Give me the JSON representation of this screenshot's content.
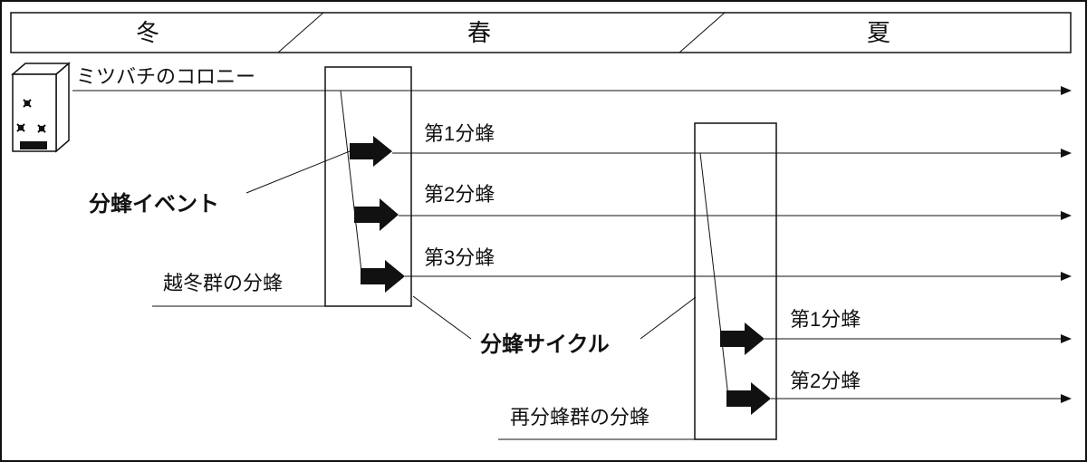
{
  "seasons": {
    "winter": "冬",
    "spring": "春",
    "summer": "夏"
  },
  "colony": {
    "label": "ミツバチのコロニー",
    "icon": "beehive-icon"
  },
  "event": {
    "label": "分蜂イベント"
  },
  "cycle": {
    "label": "分蜂サイクル"
  },
  "group1": {
    "label": "越冬群の分蜂",
    "swarms": [
      "第1分蜂",
      "第2分蜂",
      "第3分蜂"
    ]
  },
  "group2": {
    "label": "再分蜂群の分蜂",
    "swarms": [
      "第1分蜂",
      "第2分蜂"
    ]
  },
  "colors": {
    "line": "#111111",
    "background": "#ffffff"
  }
}
